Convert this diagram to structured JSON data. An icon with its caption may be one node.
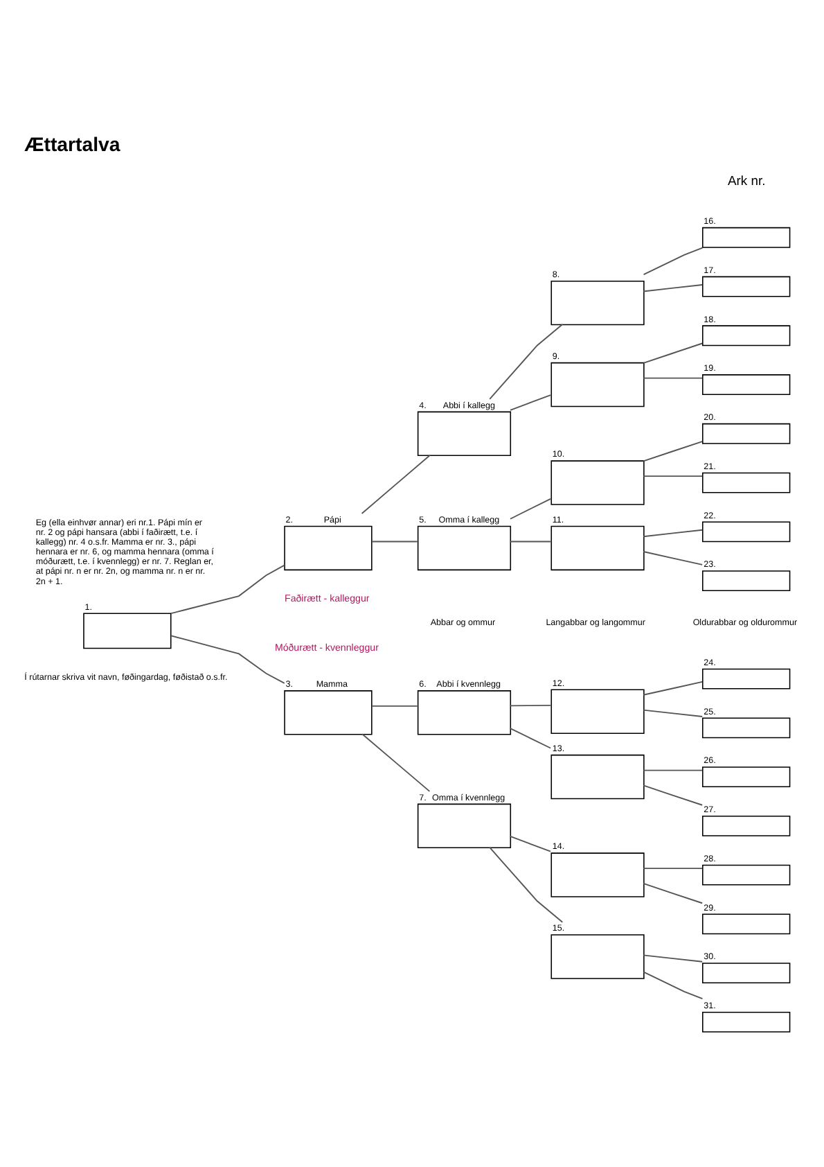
{
  "diagram": {
    "title": "Ættartalva",
    "nodes": [
      {
        "text": [
          "1."
        ]
      },
      {
        "text": [
          "2.",
          "Pápi"
        ]
      },
      {
        "text": [
          "3.",
          "Mamma"
        ]
      },
      {
        "text": [
          "4.",
          "Abbi í kallegg"
        ]
      },
      {
        "text": [
          "5.",
          "Omma í kallegg"
        ]
      },
      {
        "text": [
          "6.",
          "Abbi í kvennlegg"
        ]
      },
      {
        "text": [
          "7.",
          "Omma í kvennlegg"
        ]
      },
      {
        "text": [
          "8."
        ]
      },
      {
        "text": [
          "9."
        ]
      },
      {
        "text": [
          "10."
        ]
      },
      {
        "text": [
          "11."
        ]
      },
      {
        "text": [
          "12."
        ]
      },
      {
        "text": [
          "13."
        ]
      },
      {
        "text": [
          "14."
        ]
      },
      {
        "text": [
          "15."
        ]
      },
      {
        "text": [
          "16."
        ]
      },
      {
        "text": [
          "17."
        ]
      },
      {
        "text": [
          "18."
        ]
      },
      {
        "text": [
          "19."
        ]
      },
      {
        "text": [
          "20."
        ]
      },
      {
        "text": [
          "21."
        ]
      },
      {
        "text": [
          "22."
        ]
      },
      {
        "text": [
          "23."
        ]
      },
      {
        "text": [
          "24."
        ]
      },
      {
        "text": [
          "25."
        ]
      },
      {
        "text": [
          "26."
        ]
      },
      {
        "text": [
          "27."
        ]
      },
      {
        "text": [
          "28."
        ]
      },
      {
        "text": [
          "29."
        ]
      },
      {
        "text": [
          "30."
        ]
      },
      {
        "text": [
          "31."
        ]
      }
    ],
    "edges": [
      {
        "from": 0,
        "to": 1,
        "arrow": "none"
      },
      {
        "from": 0,
        "to": 2,
        "arrow": "none"
      },
      {
        "from": 1,
        "to": 3,
        "arrow": "none"
      },
      {
        "from": 1,
        "to": 4,
        "arrow": "none"
      },
      {
        "from": 2,
        "to": 5,
        "arrow": "none"
      },
      {
        "from": 2,
        "to": 6,
        "arrow": "none"
      },
      {
        "from": 3,
        "to": 7,
        "arrow": "none"
      },
      {
        "from": 3,
        "to": 8,
        "arrow": "none"
      },
      {
        "from": 4,
        "to": 9,
        "arrow": "none"
      },
      {
        "from": 4,
        "to": 10,
        "arrow": "none"
      },
      {
        "from": 5,
        "to": 11,
        "arrow": "none"
      },
      {
        "from": 5,
        "to": 12,
        "arrow": "none"
      },
      {
        "from": 6,
        "to": 13,
        "arrow": "none"
      },
      {
        "from": 6,
        "to": 14,
        "arrow": "none"
      },
      {
        "from": 7,
        "to": 15,
        "arrow": "none"
      },
      {
        "from": 7,
        "to": 16,
        "arrow": "none"
      },
      {
        "from": 8,
        "to": 17,
        "arrow": "none"
      },
      {
        "from": 8,
        "to": 18,
        "arrow": "none"
      },
      {
        "from": 9,
        "to": 19,
        "arrow": "none"
      },
      {
        "from": 9,
        "to": 20,
        "arrow": "none"
      },
      {
        "from": 10,
        "to": 21,
        "arrow": "none"
      },
      {
        "from": 10,
        "to": 22,
        "arrow": "none"
      },
      {
        "from": 11,
        "to": 23,
        "arrow": "none"
      },
      {
        "from": 11,
        "to": 24,
        "arrow": "none"
      },
      {
        "from": 12,
        "to": 25,
        "arrow": "none"
      },
      {
        "from": 12,
        "to": 26,
        "arrow": "none"
      },
      {
        "from": 13,
        "to": 27,
        "arrow": "none"
      },
      {
        "from": 13,
        "to": 28,
        "arrow": "none"
      },
      {
        "from": 14,
        "to": 29,
        "arrow": "none"
      },
      {
        "from": 14,
        "to": 30,
        "arrow": "none"
      }
    ],
    "labels": [
      "Ark nr.",
      "Eg (ella einhvør annar) eri nr.1. Pápi mín er nr. 2 og pápi hansara (abbi í faðirætt, t.e. í kallegg) nr. 4 o.s.fr. Mamma er nr. 3., pápi hennara er nr. 6, og mamma hennara (omma í móðurætt, t.e. í kvennlegg) er nr. 7. Reglan er, at pápi nr. n er nr. 2n, og mamma nr. n er nr. 2n + 1.",
      "Faðirætt - kalleggur",
      "Abbar og ommur",
      "Langabbar og langommur",
      "Oldurabbar og oldurommur",
      "Móðurætt - kvennleggur",
      "Í rútarnar skriva vit navn, føðingardag, føðistað o.s.fr."
    ]
  }
}
